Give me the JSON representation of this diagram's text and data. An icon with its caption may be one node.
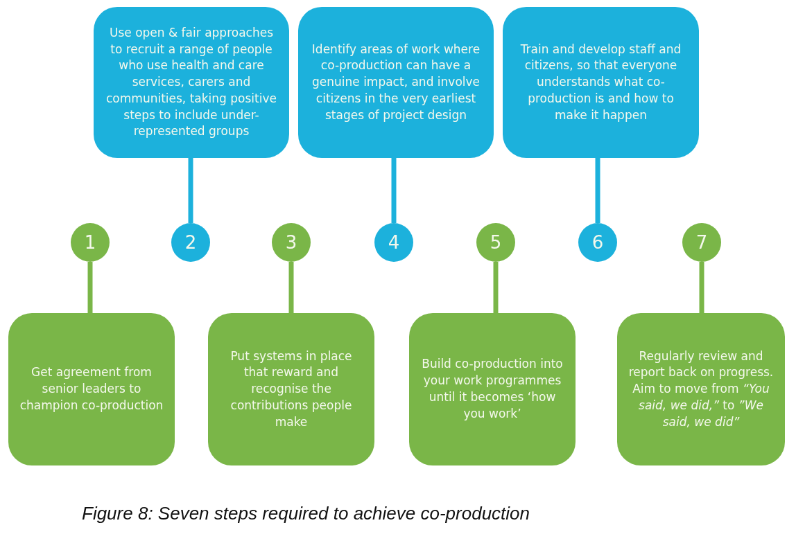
{
  "diagram": {
    "caption": "Figure 8: Seven steps required to achieve co-production",
    "nodes": [
      {
        "text": [
          "1"
        ]
      },
      {
        "text": [
          "Get agreement from senior leaders to champion co-production"
        ]
      },
      {
        "text": [
          "2"
        ]
      },
      {
        "text": [
          "Use open & fair approaches to recruit a range of people who use health and care services, carers and communities, taking positive steps to include under-represented groups"
        ]
      },
      {
        "text": [
          "3"
        ]
      },
      {
        "text": [
          "Put systems in place that reward and recognise the contributions people make"
        ]
      },
      {
        "text": [
          "4"
        ]
      },
      {
        "text": [
          "Identify areas of work where co-production can have a genuine impact, and involve citizens in the very earliest stages of project design"
        ]
      },
      {
        "text": [
          "5"
        ]
      },
      {
        "text": [
          "Build co-production into your work programmes until it becomes ‘how you work’"
        ]
      },
      {
        "text": [
          "6"
        ]
      },
      {
        "text": [
          "Train and develop staff and citizens, so that everyone understands what co-production is and how to make it happen"
        ]
      },
      {
        "text": [
          "7"
        ]
      },
      {
        "text": [
          "Regularly review and report back on progress. Aim to move from *“You said, we did,”* to *”We said, we did”*"
        ]
      }
    ],
    "edges": [
      {
        "from": 0,
        "to": 1,
        "arrow": "none"
      },
      {
        "from": 3,
        "to": 2,
        "arrow": "none",
        "color": "#1cb1dc"
      },
      {
        "from": 4,
        "to": 5,
        "arrow": "none"
      },
      {
        "from": 7,
        "to": 6,
        "arrow": "none",
        "color": "#1cb1dc"
      },
      {
        "from": 8,
        "to": 9,
        "arrow": "none"
      },
      {
        "from": 11,
        "to": 10,
        "arrow": "none",
        "color": "#1cb1dc"
      },
      {
        "from": 12,
        "to": 13,
        "arrow": "none"
      }
    ]
  }
}
